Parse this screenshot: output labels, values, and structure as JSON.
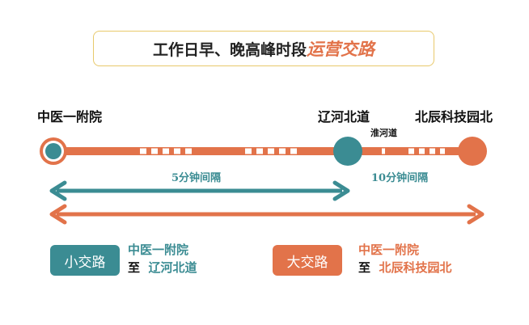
{
  "title": {
    "main": "工作日早、晚高峰时段",
    "accent": "运营交路"
  },
  "stations": {
    "start": "中医一附院",
    "mid": "辽河北道",
    "sub": "淮河道",
    "end": "北辰科技园北"
  },
  "intervals": {
    "short": "5分钟间隔",
    "long": "10分钟间隔"
  },
  "routes": {
    "small": {
      "badge": "小交路",
      "from": "中医一附院",
      "to_word": "至",
      "to": "辽河北道"
    },
    "large": {
      "badge": "大交路",
      "from": "中医一附院",
      "to_word": "至",
      "to": "北辰科技园北"
    }
  },
  "colors": {
    "teal": "#3b8c93",
    "orange": "#e2734a",
    "title_border": "#e8c96b"
  }
}
